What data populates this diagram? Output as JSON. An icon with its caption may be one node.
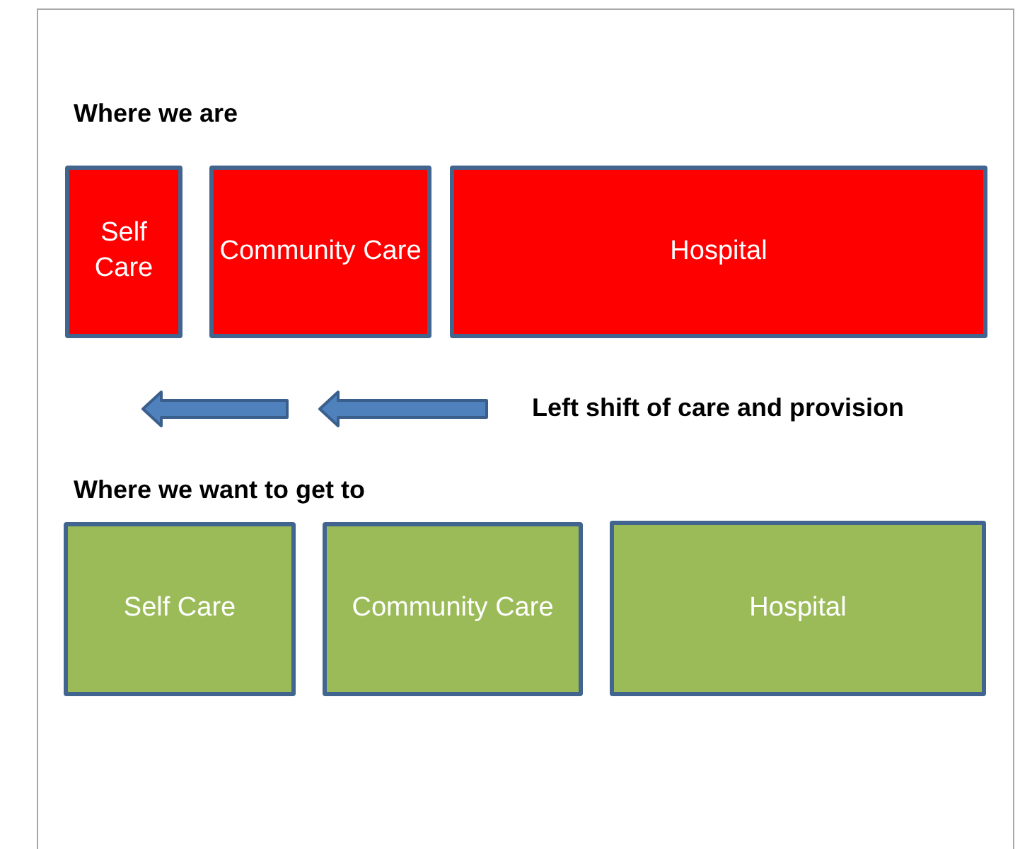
{
  "diagram": {
    "nodes": [
      {
        "text": [
          "Self Care"
        ]
      },
      {
        "text": [
          "Community Care"
        ]
      },
      {
        "text": [
          "Hospital"
        ]
      },
      {
        "text": [
          "Self Care"
        ]
      },
      {
        "text": [
          "Community Care"
        ]
      },
      {
        "text": [
          "Hospital"
        ]
      }
    ],
    "labels": [
      "Where we are",
      "Left shift of care and provision",
      "Where we want to get to"
    ]
  }
}
